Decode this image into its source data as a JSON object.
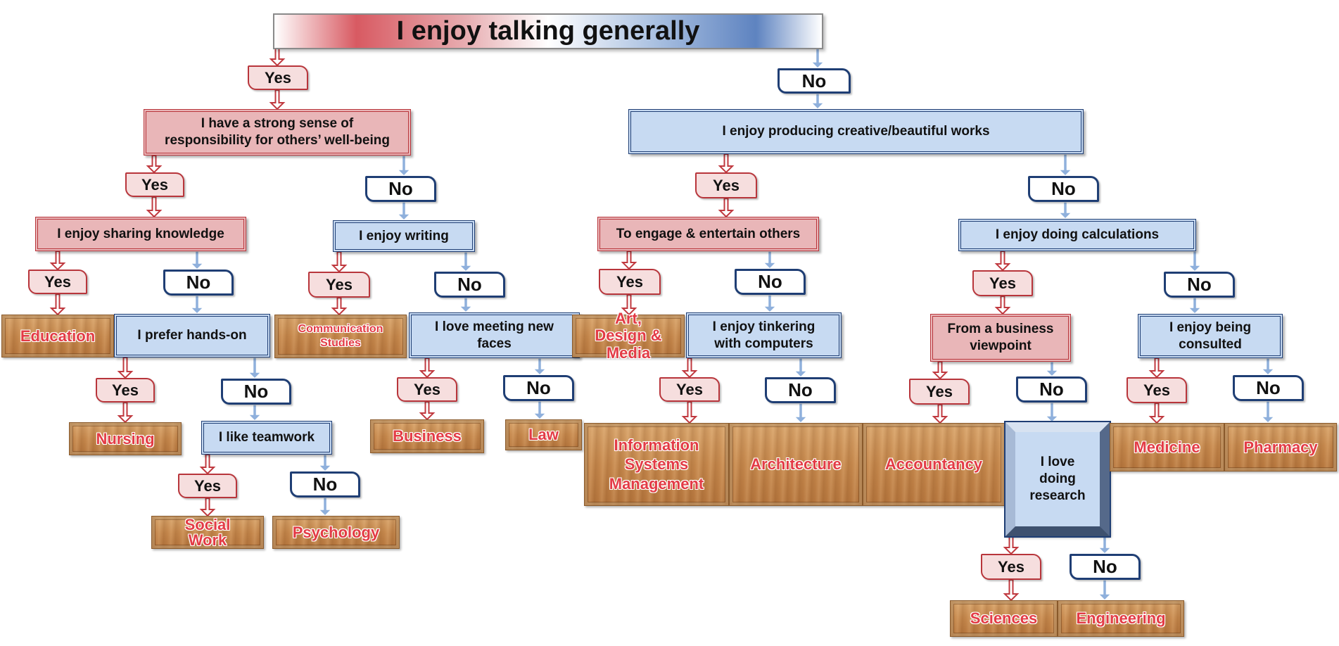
{
  "title": "I enjoy talking generally",
  "questions": {
    "responsibility": "I have a strong sense of responsibility for others’ well-being",
    "sharing": "I enjoy sharing knowledge",
    "handson": "I prefer hands-on",
    "teamwork": "I like teamwork",
    "writing": "I enjoy writing",
    "meeting": "I love meeting new faces",
    "creative": "I enjoy producing creative/beautiful works",
    "engage": "To engage & entertain others",
    "tinkering": "I enjoy tinkering with computers",
    "calculations": "I enjoy doing calculations",
    "business": "From a business viewpoint",
    "consulted": "I enjoy being consulted",
    "research": "I love doing research"
  },
  "answers": {
    "yes": "Yes",
    "no": "No"
  },
  "careers": {
    "education": "Education",
    "nursing": "Nursing",
    "social_work": "Social Work",
    "psychology": "Psychology",
    "communication": "Communication Studies",
    "business": "Business",
    "law": "Law",
    "art": "Art, Design & Media",
    "ism": "Information Systems Management",
    "architecture": "Architecture",
    "accountancy": "Accountancy",
    "medicine": "Medicine",
    "pharmacy": "Pharmacy",
    "sciences": "Sciences",
    "engineering": "Engineering"
  },
  "colors": {
    "yes_arrow": "#c0393f",
    "no_arrow": "#8fb0dc",
    "red_box": "#e9b6b8",
    "blue_box": "#c7daf2",
    "wood": "#c88a4e"
  }
}
